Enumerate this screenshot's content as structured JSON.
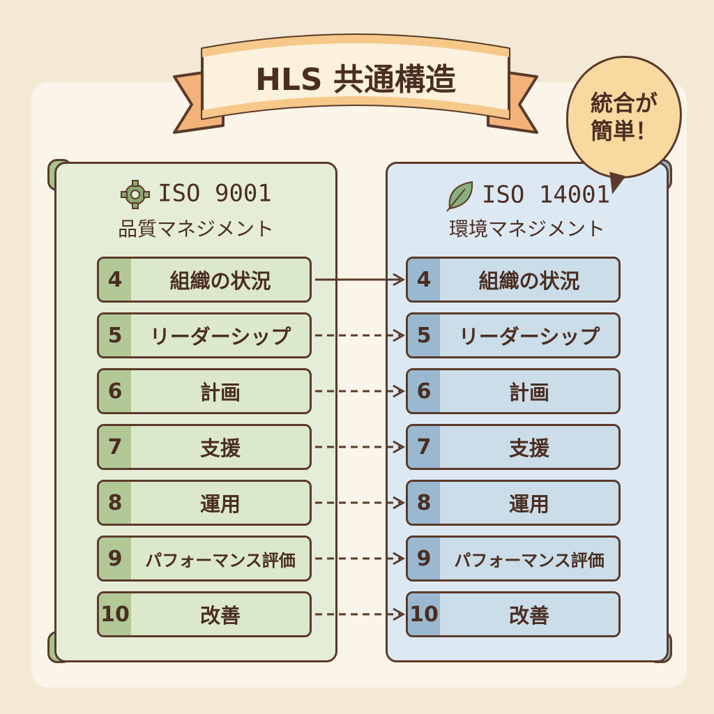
{
  "title": "HLS 共通構造",
  "bubble": {
    "line1": "統合が",
    "line2": "簡単！"
  },
  "left": {
    "standard": "ISO 9001",
    "subtitle": "品質マネジメント",
    "icon": "gear-icon"
  },
  "right": {
    "standard": "ISO 14001",
    "subtitle": "環境マネジメント",
    "icon": "leaf-icon"
  },
  "clauses": [
    {
      "num": "4",
      "label": "組織の状況",
      "link": "solid"
    },
    {
      "num": "5",
      "label": "リーダーシップ",
      "link": "dashed"
    },
    {
      "num": "6",
      "label": "計画",
      "link": "dashed"
    },
    {
      "num": "7",
      "label": "支援",
      "link": "dashed"
    },
    {
      "num": "8",
      "label": "運用",
      "link": "dashed"
    },
    {
      "num": "9",
      "label": "パフォーマンス評価",
      "link": "dashed"
    },
    {
      "num": "10",
      "label": "改善",
      "link": "dashed"
    }
  ],
  "colors": {
    "green": "#b2c997",
    "blue": "#9ab9d0",
    "banner": "#f6c98a",
    "outline": "#5a3a2a"
  }
}
